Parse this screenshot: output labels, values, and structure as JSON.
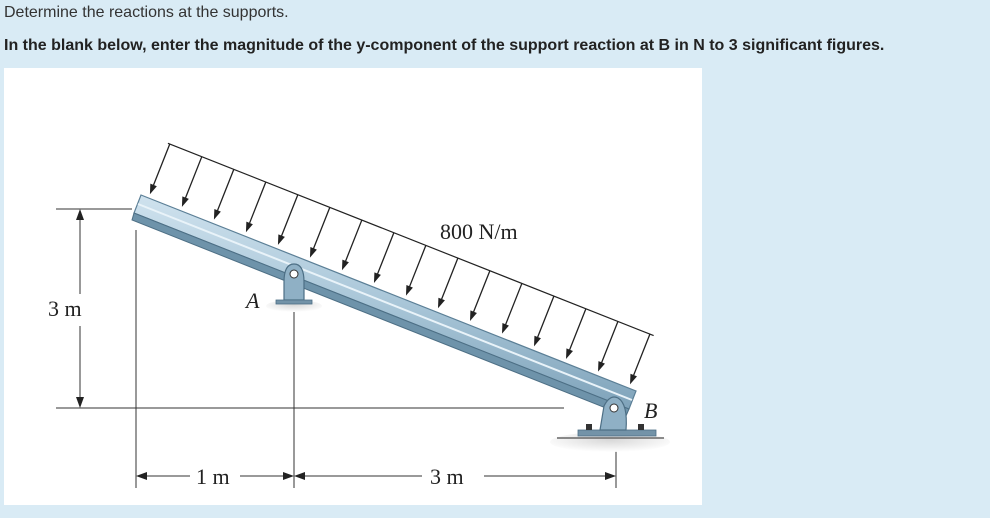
{
  "question": {
    "line1": "Determine the reactions at the supports.",
    "line2": "In the blank below, enter the magnitude of the y-component of the support reaction at B in N to 3 significant figures."
  },
  "figure": {
    "load_label": "800 N/m",
    "support_a_label": "A",
    "support_b_label": "B",
    "height_dim_label": "3 m",
    "span1_label": "1 m",
    "span2_label": "3 m",
    "colors": {
      "beam_fill": "#a9c6d8",
      "beam_stroke": "#5b7f96",
      "pin_fill": "#8fb0c5",
      "ground_fill": "#e6e6e6",
      "ink": "#222222"
    }
  }
}
